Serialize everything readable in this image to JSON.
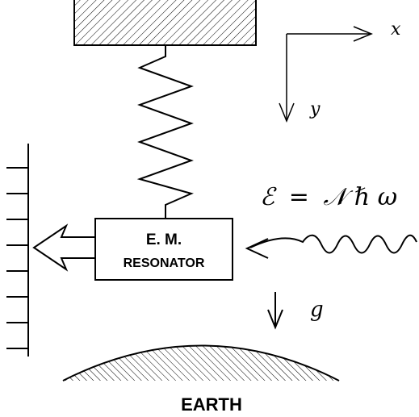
{
  "axes": {
    "x_label": "x",
    "y_label": "y"
  },
  "resonator": {
    "line1": "E. M.",
    "line2": "RESONATOR"
  },
  "energy": {
    "lhs": "ℰ",
    "equals": "=",
    "rhs_n": "𝒩",
    "rhs_hbar": "ℏ",
    "rhs_omega": "ω"
  },
  "gravity": {
    "label": "g"
  },
  "earth": {
    "label": "EARTH"
  },
  "colors": {
    "ink": "#000000",
    "background": "#ffffff"
  }
}
